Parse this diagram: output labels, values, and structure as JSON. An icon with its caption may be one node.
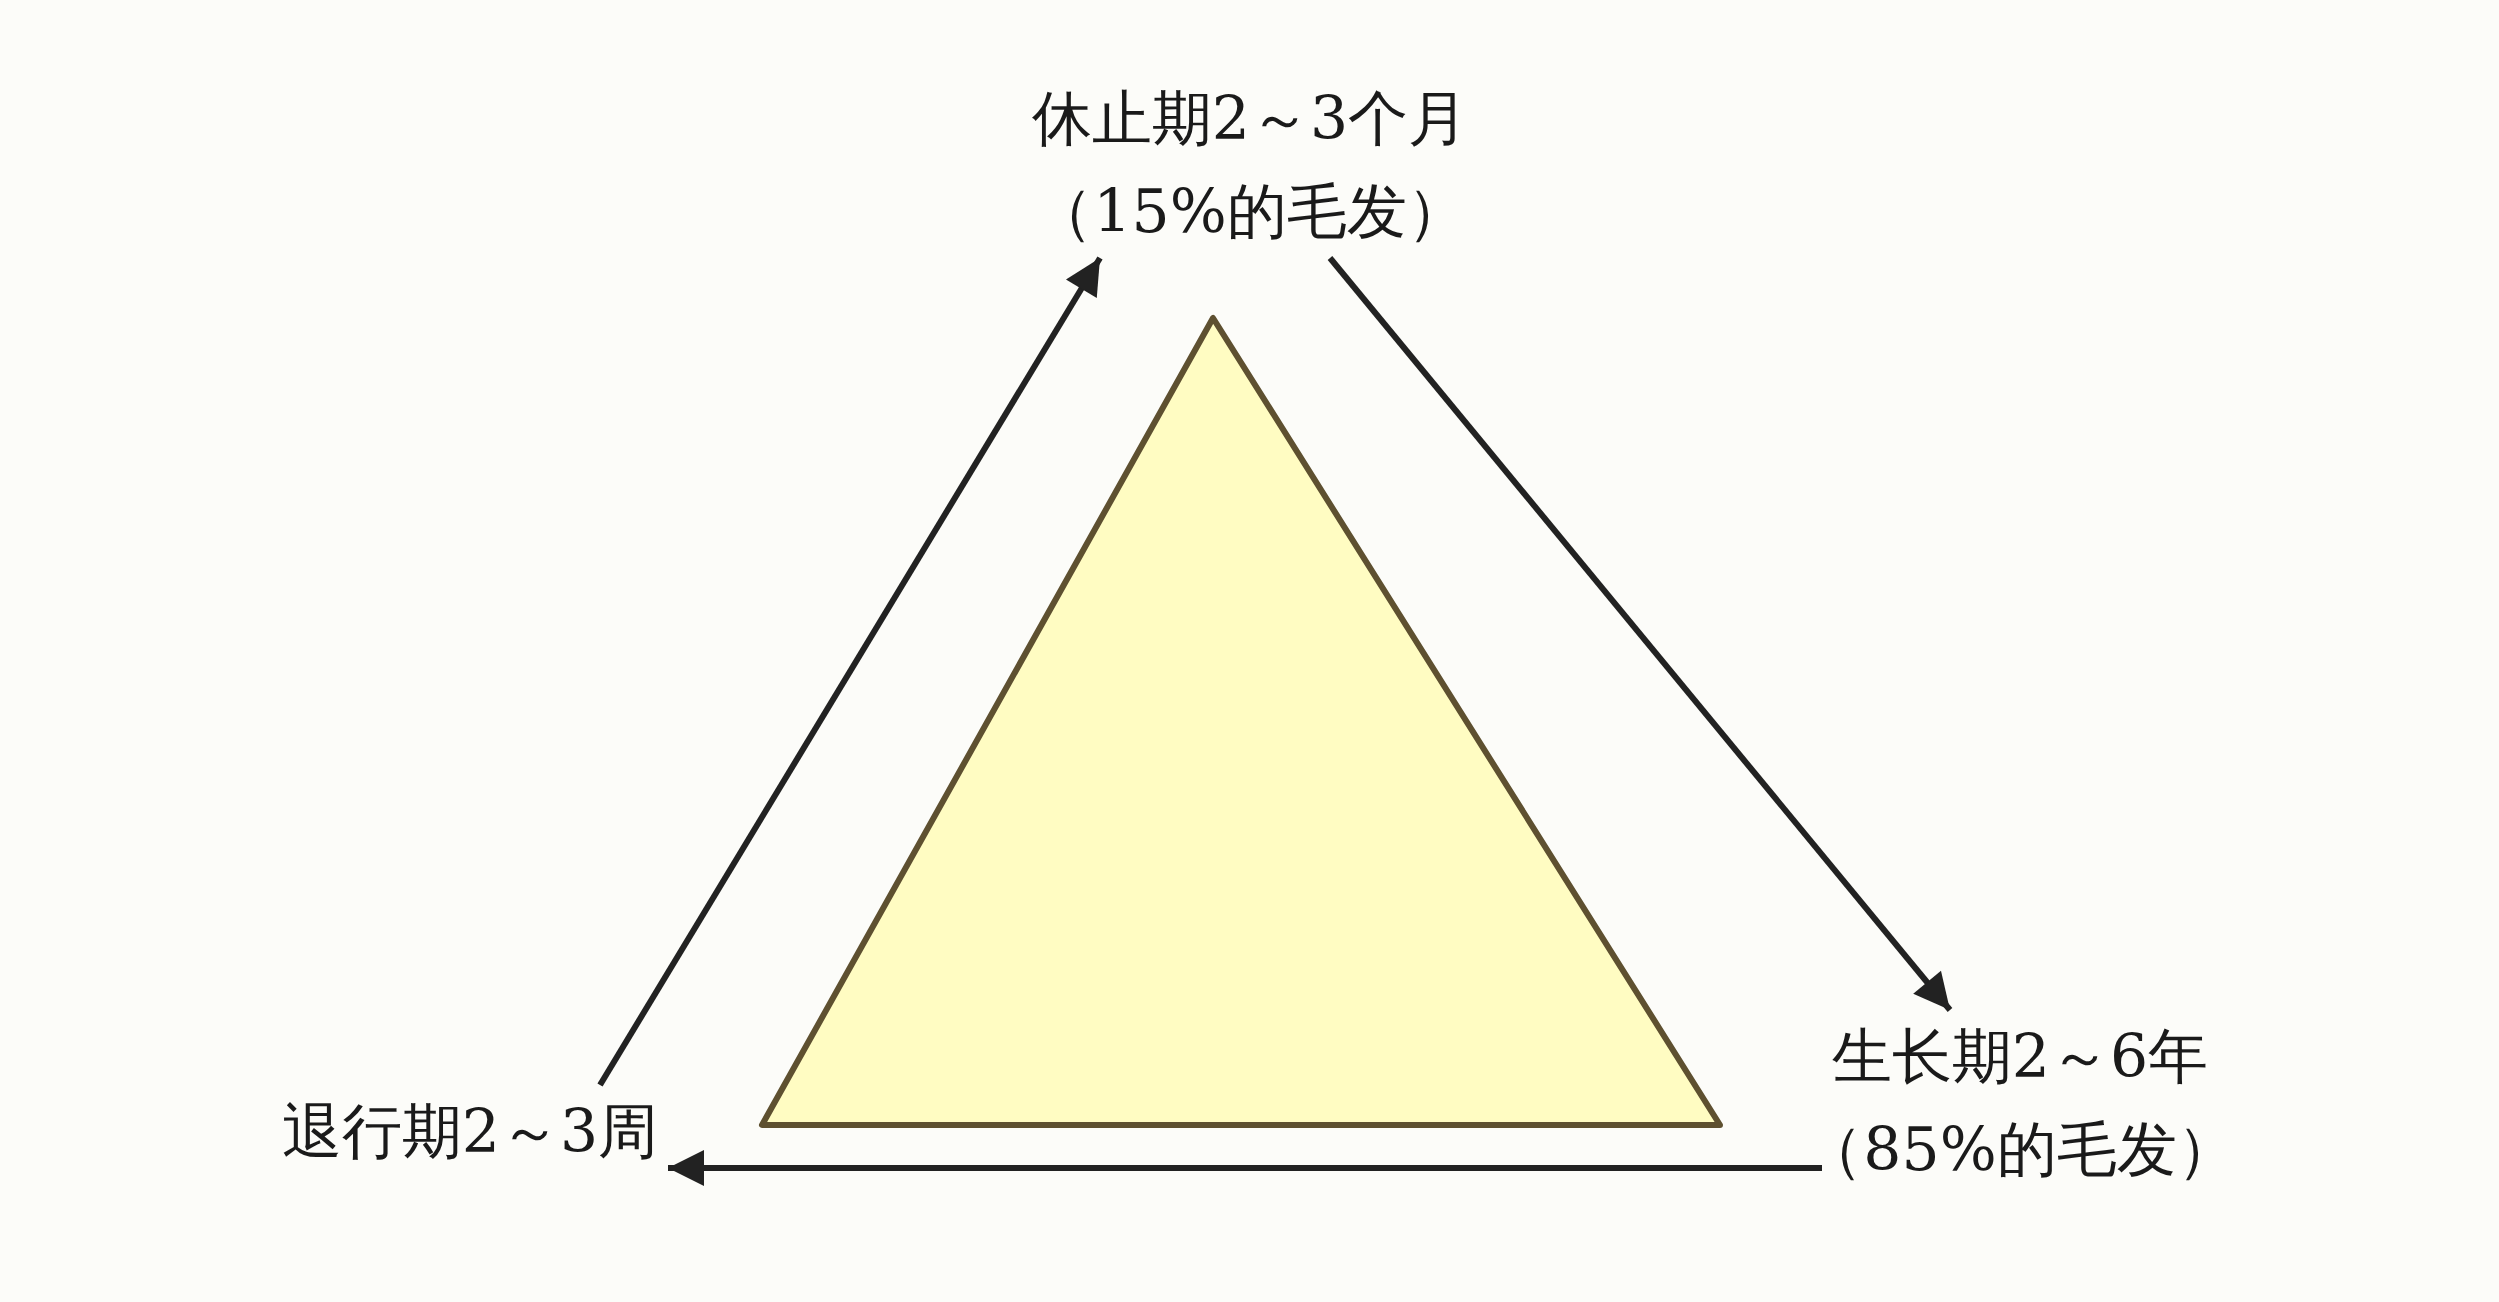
{
  "diagram": {
    "nodes": [
      {
        "text": [
          "休止期2～3个月",
          "（15%的毛发）"
        ]
      },
      {
        "text": [
          "生长期2～6年",
          "（85%的毛发）"
        ]
      },
      {
        "text": [
          "退行期2～3周"
        ]
      },
      {
        "text": [],
        "shape": "triangle"
      }
    ],
    "edges": [
      {
        "from": 0,
        "to": 1,
        "arrow": "to"
      },
      {
        "from": 1,
        "to": 2,
        "arrow": "to"
      },
      {
        "from": 2,
        "to": 0,
        "arrow": "to"
      }
    ]
  }
}
